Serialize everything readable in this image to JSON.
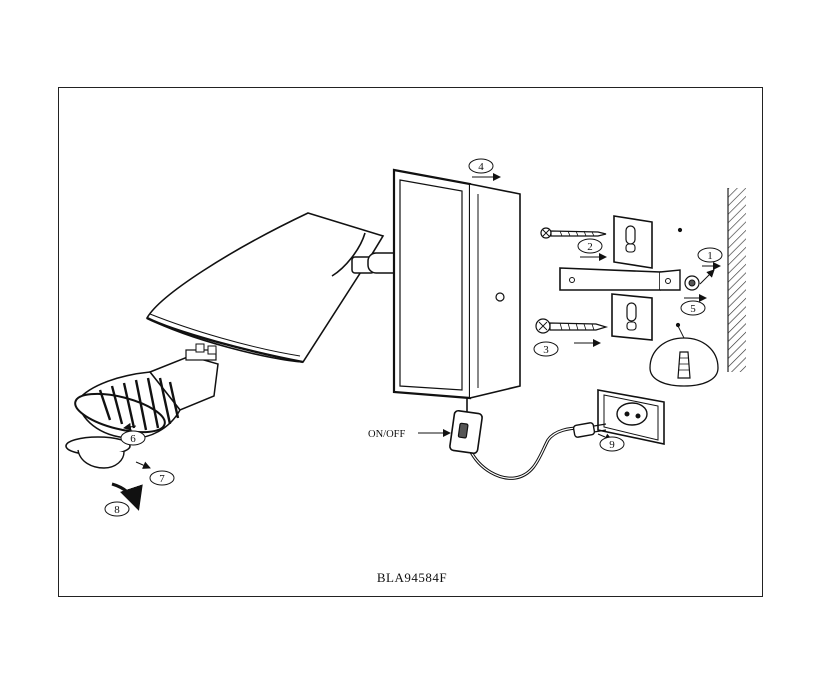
{
  "diagram": {
    "model_code": "BLA94584F",
    "switch_label": "ON/OFF",
    "steps": [
      {
        "number": "1",
        "part": "wall-anchor-screw"
      },
      {
        "number": "2",
        "part": "upper-mounting-screw"
      },
      {
        "number": "3",
        "part": "lower-mounting-screw"
      },
      {
        "number": "4",
        "part": "lamp-base-attach"
      },
      {
        "number": "5",
        "part": "bracket-fixing-screw"
      },
      {
        "number": "6",
        "part": "bulb-insert"
      },
      {
        "number": "7",
        "part": "retaining-ring"
      },
      {
        "number": "8",
        "part": "rotate-lock"
      },
      {
        "number": "9",
        "part": "plug-socket"
      }
    ]
  }
}
